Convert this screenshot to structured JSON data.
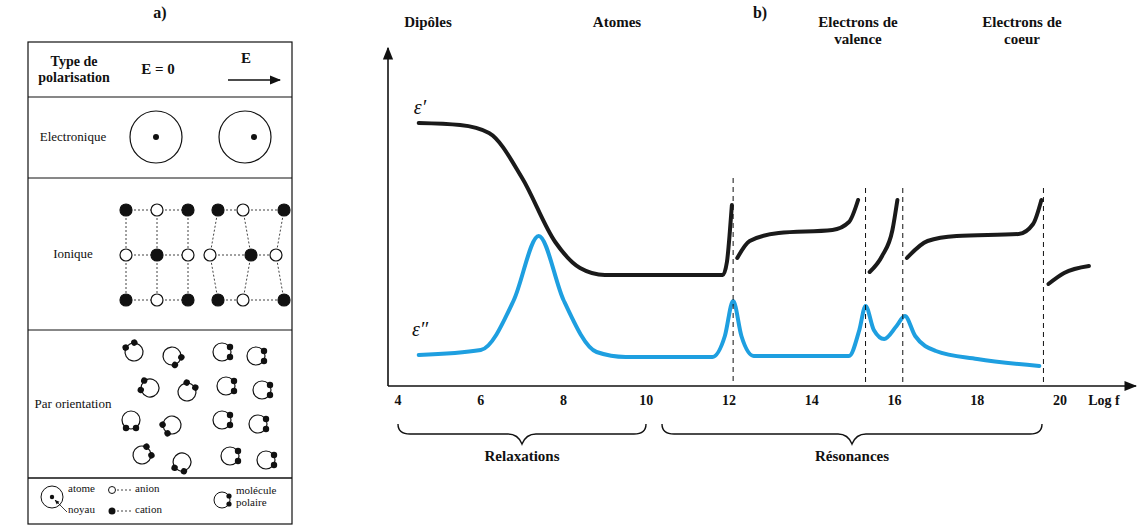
{
  "diagram": {
    "nodes": [
      {
        "text": [
          "Type de polarisation"
        ]
      },
      {
        "text": [
          "E = 0"
        ]
      },
      {
        "text": [
          "E"
        ]
      },
      {
        "text": [
          "Electronique"
        ]
      },
      {
        "text": [
          "Ionique"
        ]
      },
      {
        "text": [
          "Par orientation"
        ]
      }
    ],
    "labels": [
      "a)",
      "b)",
      "Dipôles",
      "Atomes",
      "Electrons de valence",
      "Electrons de coeur",
      "ε′",
      "ε″",
      "4",
      "6",
      "8",
      "10",
      "12",
      "14",
      "16",
      "18",
      "20",
      "Log f",
      "Relaxations",
      "Résonances"
    ],
    "legend": [
      {
        "text": "atome"
      },
      {
        "text": "noyau"
      },
      {
        "text": "anion"
      },
      {
        "text": "cation"
      },
      {
        "text": "molécule polaire"
      }
    ]
  }
}
